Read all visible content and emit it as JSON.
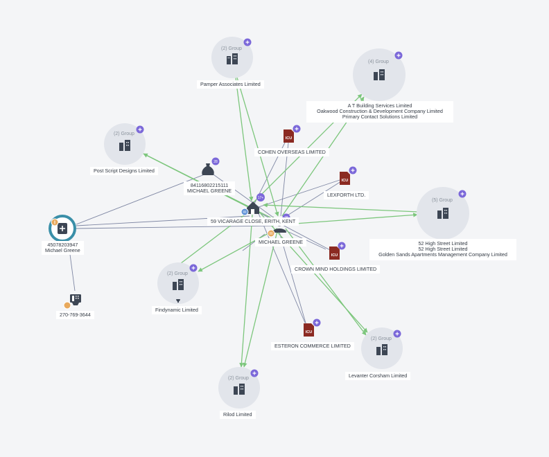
{
  "groups": {
    "pamper": {
      "count_label": "(2) Group",
      "label": "Pamper Associates Limited"
    },
    "abuild": {
      "count_label": "(4) Group",
      "labels": [
        "A T Building Services Limited",
        "Oakwood Construction & Development Company Limited",
        "Primary Contact Solutions Limited"
      ]
    },
    "postscript": {
      "count_label": "(2) Group",
      "label": "Post Script Designs Limited"
    },
    "fifty_two": {
      "count_label": "(5) Group",
      "labels": [
        "52 High Street Limited",
        "52 High Street Limited",
        "Golden Sands Apartments Management Company Limited"
      ]
    },
    "findynamic": {
      "count_label": "(2) Group",
      "label": "Findynamic Limited"
    },
    "levanter": {
      "count_label": "(2) Group",
      "label": "Levanter Corsham Limited"
    },
    "rilod": {
      "count_label": "(2) Group",
      "label": "Rilod Limited"
    }
  },
  "companies": {
    "cohen": {
      "label": "COHEN OVERSEAS LIMITED"
    },
    "lexforth": {
      "label": "LEXFORTH LTD."
    },
    "crown": {
      "label": "CROWN MIND HOLDINGS LIMITED"
    },
    "esteron": {
      "label": "ESTERON COMMERCE LIMITED"
    }
  },
  "entities": {
    "account": {
      "number": "84116802215111",
      "name": "MICHAEL GREENE",
      "badge": "28"
    },
    "address": {
      "label": "59 VICARAGE CLOSE, ERITH, KENT",
      "badge": "17+"
    },
    "person": {
      "label": "MICHAEL GREENE",
      "badge": "28"
    },
    "phone_id": {
      "number": "45078203947",
      "name": "Michael Greene"
    },
    "phone": {
      "label": "270-769-3644"
    }
  },
  "icon_text": "ICU",
  "colors": {
    "background": "#f4f5f7",
    "green_edge": "#7cc67c",
    "gray_edge": "#7e86a3",
    "badge": "#7b68d9",
    "icon_dark": "#3d4654",
    "icon_red": "#8b2a22",
    "ring_teal": "#3a8fa8",
    "coin": "#e8a95c",
    "group_circle": "#e2e5eb"
  }
}
